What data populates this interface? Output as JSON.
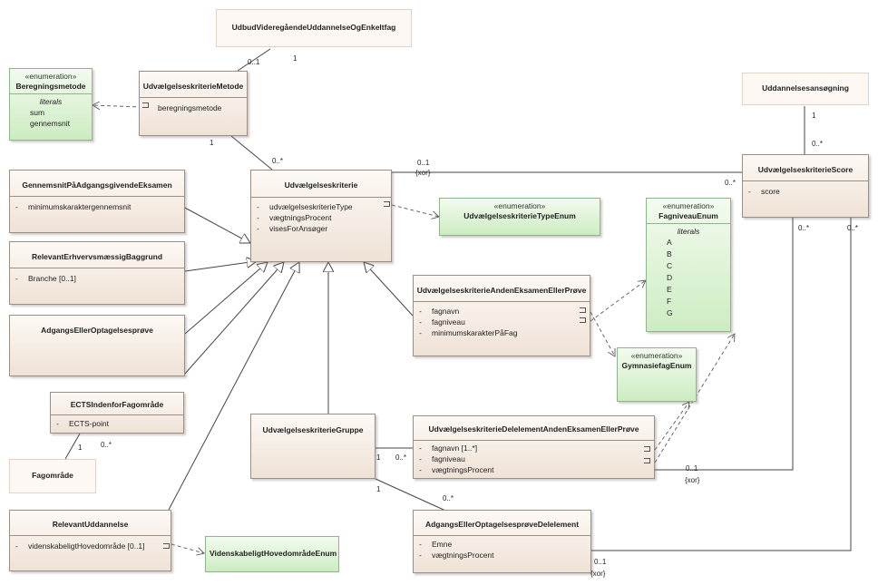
{
  "classes": {
    "udbud": {
      "name": "UdbudVideregåendeUddannelseOgEnkeltfag"
    },
    "beregning": {
      "stereotype": "«enumeration»",
      "name": "Beregningsmetode",
      "section": "literals",
      "literals": [
        "sum",
        "gennemsnit"
      ]
    },
    "metode": {
      "name": "UdvælgelseskriterieMetode",
      "attributes": [
        "beregningsmetode"
      ]
    },
    "ansoegning": {
      "name": "Uddannelsesansøgning"
    },
    "gennemsnit": {
      "name": "GennemsnitPåAdgangsgivendeEksamen",
      "vis": "-",
      "attributes": [
        "minimumskaraktergennemsnit"
      ]
    },
    "kriterie": {
      "name": "Udvælgelseskriterie",
      "vis": "-",
      "attributes": [
        "udvælgelseskriterieType",
        "vægtningsProcent",
        "visesForAnsøger"
      ]
    },
    "typeEnum": {
      "stereotype": "«enumeration»",
      "name": "UdvælgelseskriterieTypeEnum"
    },
    "score": {
      "name": "UdvælgelseskriterieScore",
      "vis": "-",
      "attributes": [
        "score"
      ]
    },
    "fagniveauEnum": {
      "stereotype": "«enumeration»",
      "name": "FagniveauEnum",
      "section": "literals",
      "literals": [
        "A",
        "B",
        "C",
        "D",
        "E",
        "F",
        "G"
      ]
    },
    "erhverv": {
      "name": "RelevantErhvervsmæssigBaggrund",
      "vis": "-",
      "attributes": [
        "Branche [0..1]"
      ]
    },
    "anden": {
      "name": "UdvælgelseskriterieAndenEksamenEllerPrøve",
      "vis": "-",
      "attributes": [
        "fagnavn",
        "fagniveau",
        "minimumskarakterPåFag"
      ]
    },
    "adgangsprove": {
      "name": "AdgangsEllerOptagelsesprøve"
    },
    "gymnasie": {
      "stereotype": "«enumeration»",
      "name": "GymnasiefagEnum"
    },
    "ects": {
      "name": "ECTSIndenforFagområde",
      "vis": "-",
      "attributes": [
        "ECTS-point"
      ]
    },
    "gruppe": {
      "name": "UdvælgelseskriterieGruppe"
    },
    "delelement": {
      "name": "UdvælgelseskriterieDelelementAndenEksamenEllerPrøve",
      "vis": "-",
      "attributes": [
        "fagnavn [1..*]",
        "fagniveau",
        "vægtningsProcent"
      ]
    },
    "fagomraade": {
      "name": "Fagområde"
    },
    "relevant": {
      "name": "RelevantUddannelse",
      "vis": "-",
      "attributes": [
        "videnskabeligtHovedområde [0..1]"
      ]
    },
    "videnskab": {
      "name": "VidenskabeligtHovedområdeEnum"
    },
    "adgangsdel": {
      "name": "AdgangsEllerOptagelsesprøveDelelement",
      "vis": "-",
      "attributes": [
        "Emne",
        "vægtningsProcent"
      ]
    }
  },
  "multiplicities": {
    "udbud_metode_a": "0..1",
    "udbud_metode_b": "1",
    "metode_kriterie_a": "1",
    "metode_kriterie_b": "0..*",
    "ans_score_a": "1",
    "ans_score_b": "0..*",
    "kriterie_score_a": "0..1",
    "kriterie_score_xor": "{xor}",
    "kriterie_score_b": "0..*",
    "score_del": "0..*",
    "score_adg": "0..*",
    "ects_fag_a": "1",
    "ects_fag_b": "0..*",
    "gruppe_del_a": "1",
    "gruppe_del_b": "0..*",
    "gruppe_adg_a": "1",
    "gruppe_adg_b": "0..*",
    "del_score": "0..1",
    "del_xor": "{xor}",
    "adg_score": "0..1",
    "adg_xor": "{xor}"
  }
}
